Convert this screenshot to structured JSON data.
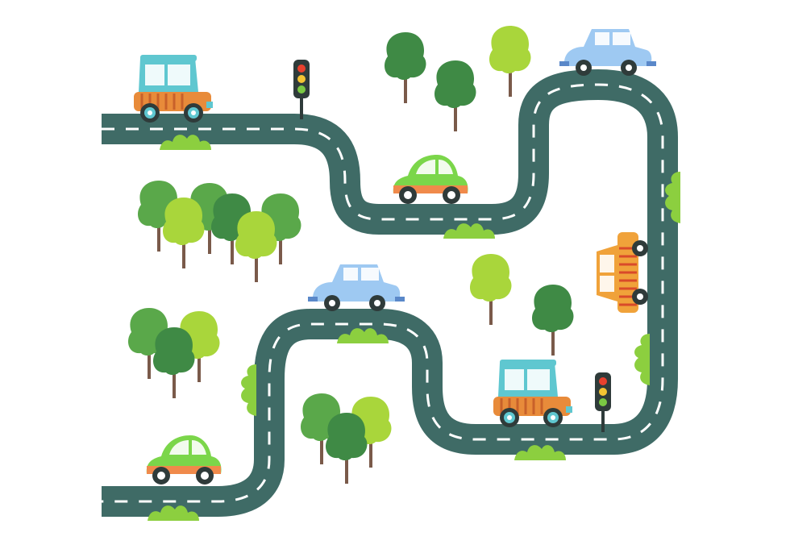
{
  "scene": {
    "description_hidden": "",
    "colors": {
      "background": "#ffffff",
      "road": "#3f6b66",
      "road_lane": "#ffffff",
      "tree_dark": "#3f8a45",
      "tree_mid": "#5fae4f",
      "tree_light": "#a9d63b",
      "trunk": "#7a5a4a",
      "bush": "#8ccf3f",
      "traffic_light_body": "#2f3b3a",
      "light_red": "#e8412e",
      "light_yellow": "#f3c433",
      "light_green": "#7ac943"
    },
    "cars": [
      {
        "name": "car-teal-woody",
        "body": "#5fc7d0",
        "accent": "#e88b3a"
      },
      {
        "name": "car-blue-sedan",
        "body": "#9ec9f2",
        "accent": "#ffffff"
      },
      {
        "name": "car-green-beetle",
        "body": "#7bd64a",
        "accent": "#f08a4b"
      },
      {
        "name": "car-orange-wagon-vertical",
        "body": "#f0a23a",
        "accent": "#d94a2a"
      },
      {
        "name": "car-blue-sedan-2",
        "body": "#9ec9f2",
        "accent": "#ffffff"
      },
      {
        "name": "car-teal-woody-2",
        "body": "#5fc7d0",
        "accent": "#e88b3a"
      },
      {
        "name": "car-green-beetle-2",
        "body": "#7bd64a",
        "accent": "#f08a4b"
      }
    ],
    "icons": [
      "traffic-light-icon",
      "tree-icon",
      "bush-icon",
      "car-icon"
    ]
  }
}
